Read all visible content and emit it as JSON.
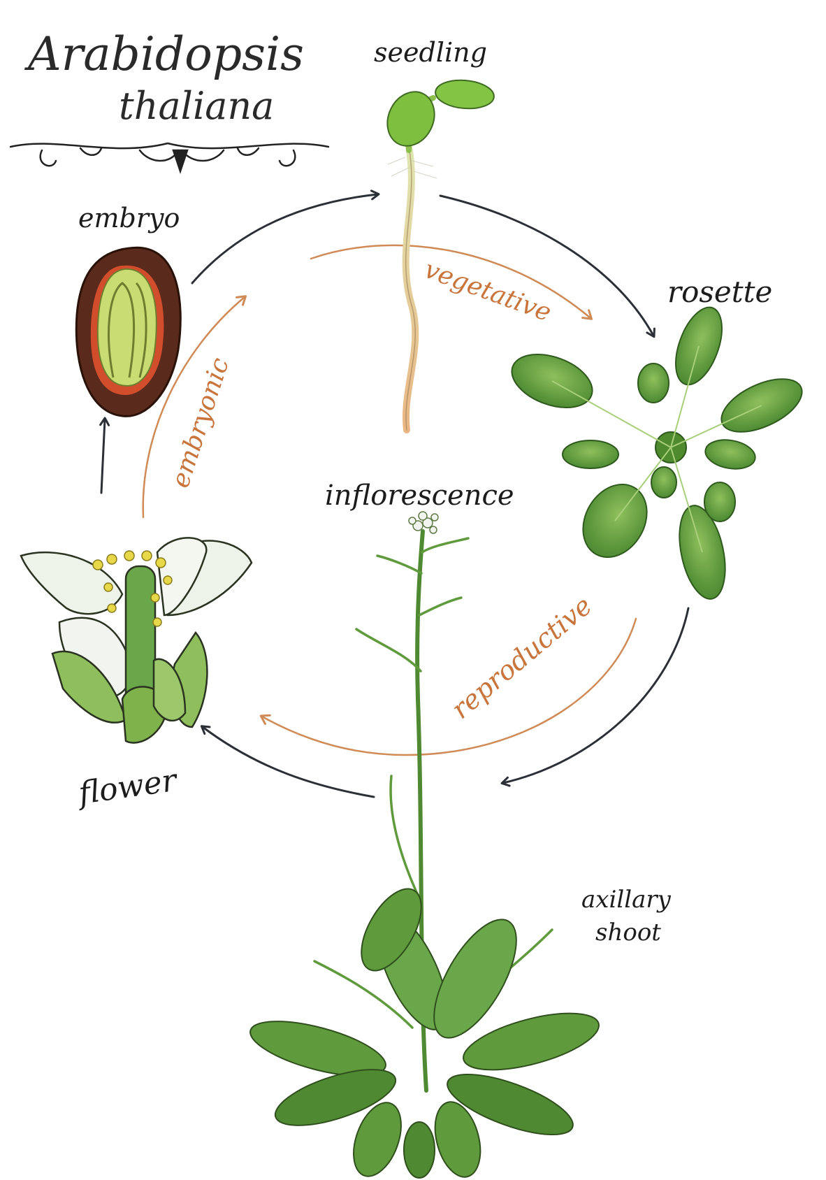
{
  "title": {
    "line1": "Arabidopsis",
    "line2": "thaliana"
  },
  "stages": {
    "seedling": "seedling",
    "embryo": "embryo",
    "rosette": "rosette",
    "inflorescence": "inflorescence",
    "flower": "flower",
    "axillary_shoot_line1": "axillary",
    "axillary_shoot_line2": "shoot"
  },
  "phases": {
    "embryonic": "embryonic",
    "vegetative": "vegetative",
    "reproductive": "reproductive"
  },
  "colors": {
    "arrow": "#2b2f36",
    "phase": "#c8743a",
    "leaf": "#5f9a3c",
    "leaf_dark": "#3f7428",
    "seed_coat": "#5a2a1c",
    "embryo": "#c9dc73",
    "petal": "#eef3ea"
  }
}
